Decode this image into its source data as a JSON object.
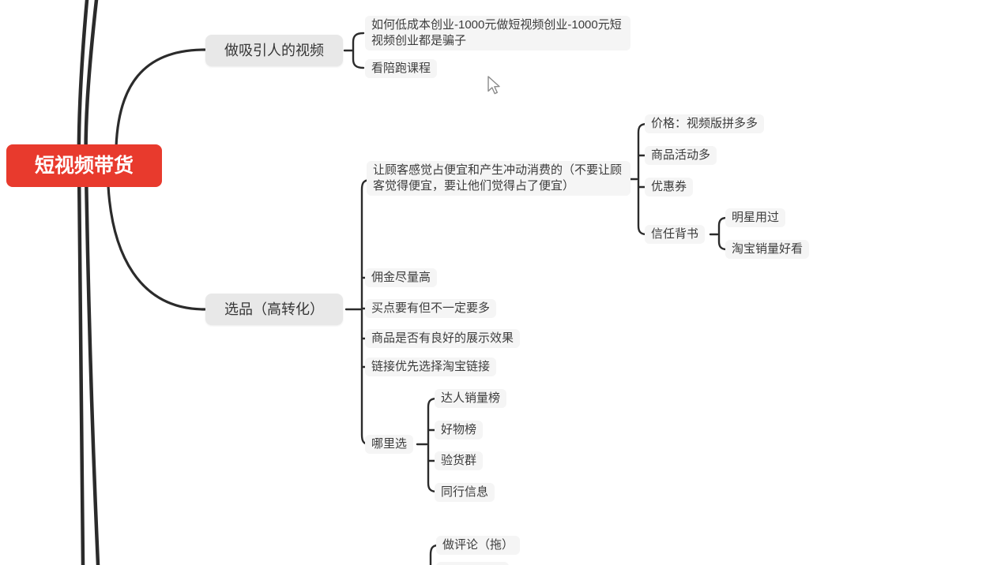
{
  "colors": {
    "root_bg": "#e83a2d",
    "root_text": "#ffffff",
    "branch_bg": "#e8e8e8",
    "leaf_bg": "#f5f5f5",
    "connector": "#2b2b2b",
    "canvas_bg": "#ffffff"
  },
  "mindmap": {
    "root": {
      "label": "短视频带货"
    },
    "video_branch": {
      "label": "做吸引人的视频",
      "children": [
        {
          "label": "如何低成本创业-1000元做短视频创业-1000元短视频创业都是骗子"
        },
        {
          "label": "看陪跑课程"
        }
      ]
    },
    "selection_branch": {
      "label": "选品（高转化）",
      "bargain_node": {
        "label": "让顾客感觉占便宜和产生冲动消费的（不要让顾客觉得便宜，要让他们觉得占了便宜）",
        "children": [
          {
            "label": "价格：视频版拼多多"
          },
          {
            "label": "商品活动多"
          },
          {
            "label": "优惠券"
          },
          {
            "label": "信任背书",
            "children": [
              {
                "label": "明星用过"
              },
              {
                "label": "淘宝销量好看"
              }
            ]
          }
        ]
      },
      "children": [
        {
          "label": "佣金尽量高"
        },
        {
          "label": "买点要有但不一定要多"
        },
        {
          "label": "商品是否有良好的展示效果"
        },
        {
          "label": "链接优先选择淘宝链接"
        },
        {
          "label": "哪里选",
          "children": [
            {
              "label": "达人销量榜"
            },
            {
              "label": "好物榜"
            },
            {
              "label": "验货群"
            },
            {
              "label": "同行信息"
            }
          ]
        }
      ]
    },
    "comment_node": {
      "label": "做评论（拖）"
    }
  }
}
